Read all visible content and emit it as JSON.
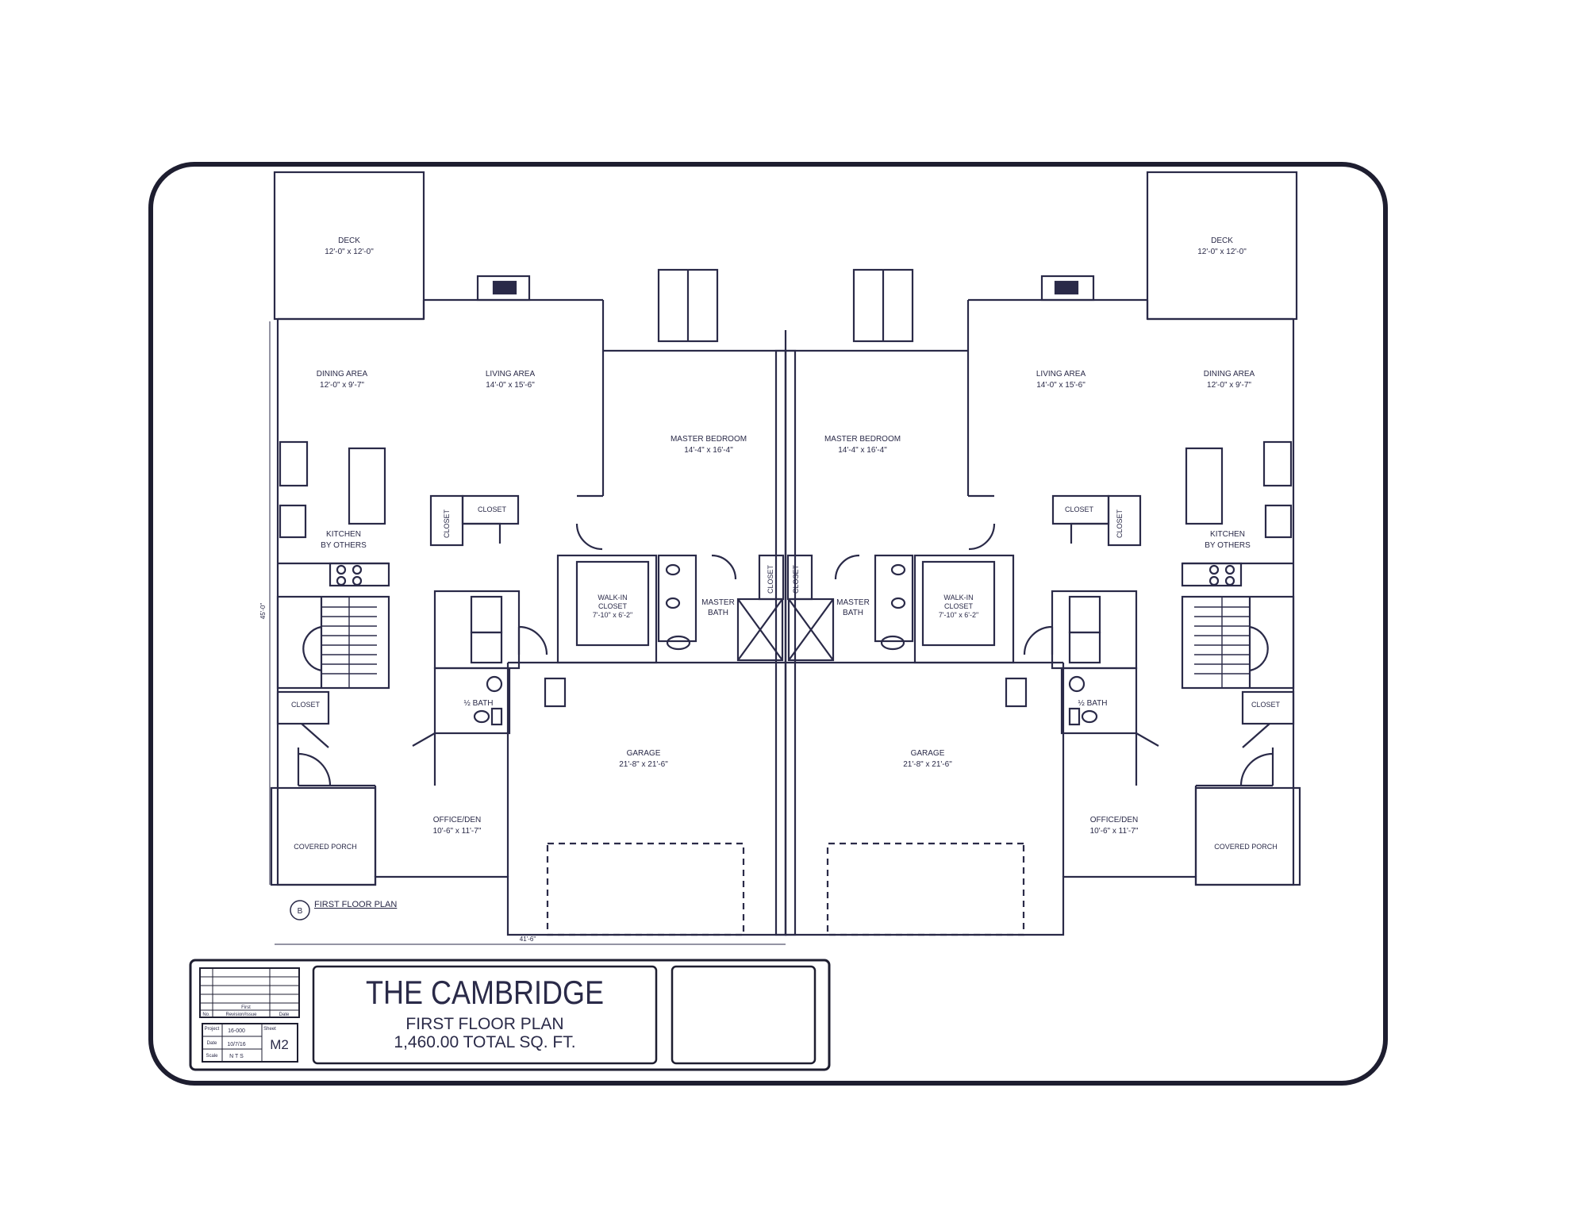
{
  "left_unit": {
    "deck": {
      "name": "DECK",
      "size": "12'-0\" x 12'-0\""
    },
    "dining": {
      "name": "DINING AREA",
      "size": "12'-0\" x 9'-7\""
    },
    "living": {
      "name": "LIVING AREA",
      "size": "14'-0\" x 15'-6\""
    },
    "master_bedroom": {
      "name": "MASTER BEDROOM",
      "size": "14'-4\" x 16'-4\""
    },
    "kitchen": {
      "line1": "KITCHEN",
      "line2": "BY OTHERS"
    },
    "closet_a": "CLOSET",
    "closet_b": "CLOSET",
    "closet_c": "CLOSET",
    "closet_d": "CLOSET",
    "walkin": {
      "line1": "WALK-IN",
      "line2": "CLOSET",
      "size": "7'-10\" x 6'-2\""
    },
    "master_bath": {
      "line1": "MASTER",
      "line2": "BATH"
    },
    "half_bath": "½ BATH",
    "garage": {
      "name": "GARAGE",
      "size": "21'-8\" x 21'-6\""
    },
    "office": {
      "name": "OFFICE/DEN",
      "size": "10'-6\" x 11'-7\""
    },
    "porch": "COVERED PORCH"
  },
  "right_unit": {
    "deck": {
      "name": "DECK",
      "size": "12'-0\" x 12'-0\""
    },
    "dining": {
      "name": "DINING AREA",
      "size": "12'-0\" x 9'-7\""
    },
    "living": {
      "name": "LIVING AREA",
      "size": "14'-0\" x 15'-6\""
    },
    "master_bedroom": {
      "name": "MASTER BEDROOM",
      "size": "14'-4\" x 16'-4\""
    },
    "kitchen": {
      "line1": "KITCHEN",
      "line2": "BY OTHERS"
    },
    "closet_a": "CLOSET",
    "closet_b": "CLOSET",
    "closet_c": "CLOSET",
    "closet_d": "CLOSET",
    "walkin": {
      "line1": "WALK-IN",
      "line2": "CLOSET",
      "size": "7'-10\" x 6'-2\""
    },
    "master_bath": {
      "line1": "MASTER",
      "line2": "BATH"
    },
    "half_bath": "½ BATH",
    "garage": {
      "name": "GARAGE",
      "size": "21'-8\" x 21'-6\""
    },
    "office": {
      "name": "OFFICE/DEN",
      "size": "10'-6\" x 11'-7\""
    },
    "porch": "COVERED PORCH"
  },
  "plan_tag": {
    "marker": "B",
    "label": "FIRST FLOOR PLAN"
  },
  "dimensions": {
    "overall_depth": "45'-0\"",
    "overall_width": "41'-6\""
  },
  "title_block": {
    "title": "THE CAMBRIDGE",
    "subtitle": "FIRST FLOOR PLAN",
    "area": "1,460.00 TOTAL SQ. FT.",
    "revision_header": {
      "no": "No.",
      "revision": "Revision/Issue",
      "date": "Date",
      "first": "First"
    },
    "project_label": "Project",
    "project_value": "16-000",
    "sheet_label": "Sheet",
    "date_label": "Date",
    "date_value": "10/7/16",
    "scale_label": "Scale",
    "scale_value": "N T S",
    "sheet_no": "M2"
  },
  "colors": {
    "ink": "#2a2a48",
    "frame": "#1e1e30",
    "paper": "#ffffff"
  }
}
